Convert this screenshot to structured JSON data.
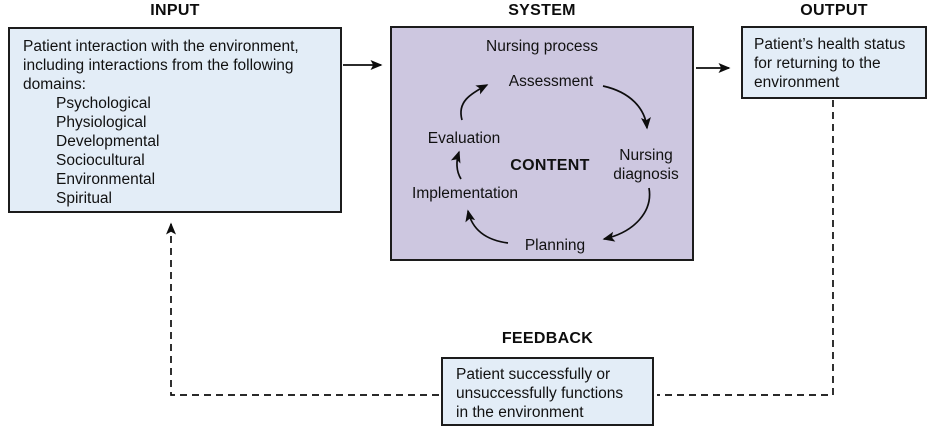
{
  "labels": {
    "input": "INPUT",
    "system": "SYSTEM",
    "output": "OUTPUT",
    "feedback": "FEEDBACK"
  },
  "input_box": {
    "text": "Patient interaction with the environment,\nincluding interactions from the following\ndomains:",
    "domains": [
      "Psychological",
      "Physiological",
      "Developmental",
      "Sociocultural",
      "Environmental",
      "Spiritual"
    ]
  },
  "system_box": {
    "title": "Nursing process",
    "center_label": "CONTENT",
    "cycle_nodes": {
      "assessment": "Assessment",
      "nursing_diagnosis": "Nursing\ndiagnosis",
      "planning": "Planning",
      "implementation": "Implementation",
      "evaluation": "Evaluation"
    }
  },
  "output_box": {
    "text": "Patient’s health status\nfor returning to the\nenvironment"
  },
  "feedback_box": {
    "text": "Patient successfully or\nunsuccessfully functions\nin the environment"
  },
  "colors": {
    "box_blue_fill": "#e3edf7",
    "box_purple_fill": "#cdc7e0",
    "border": "#1c1c1c",
    "text": "#111111",
    "background": "#ffffff"
  }
}
